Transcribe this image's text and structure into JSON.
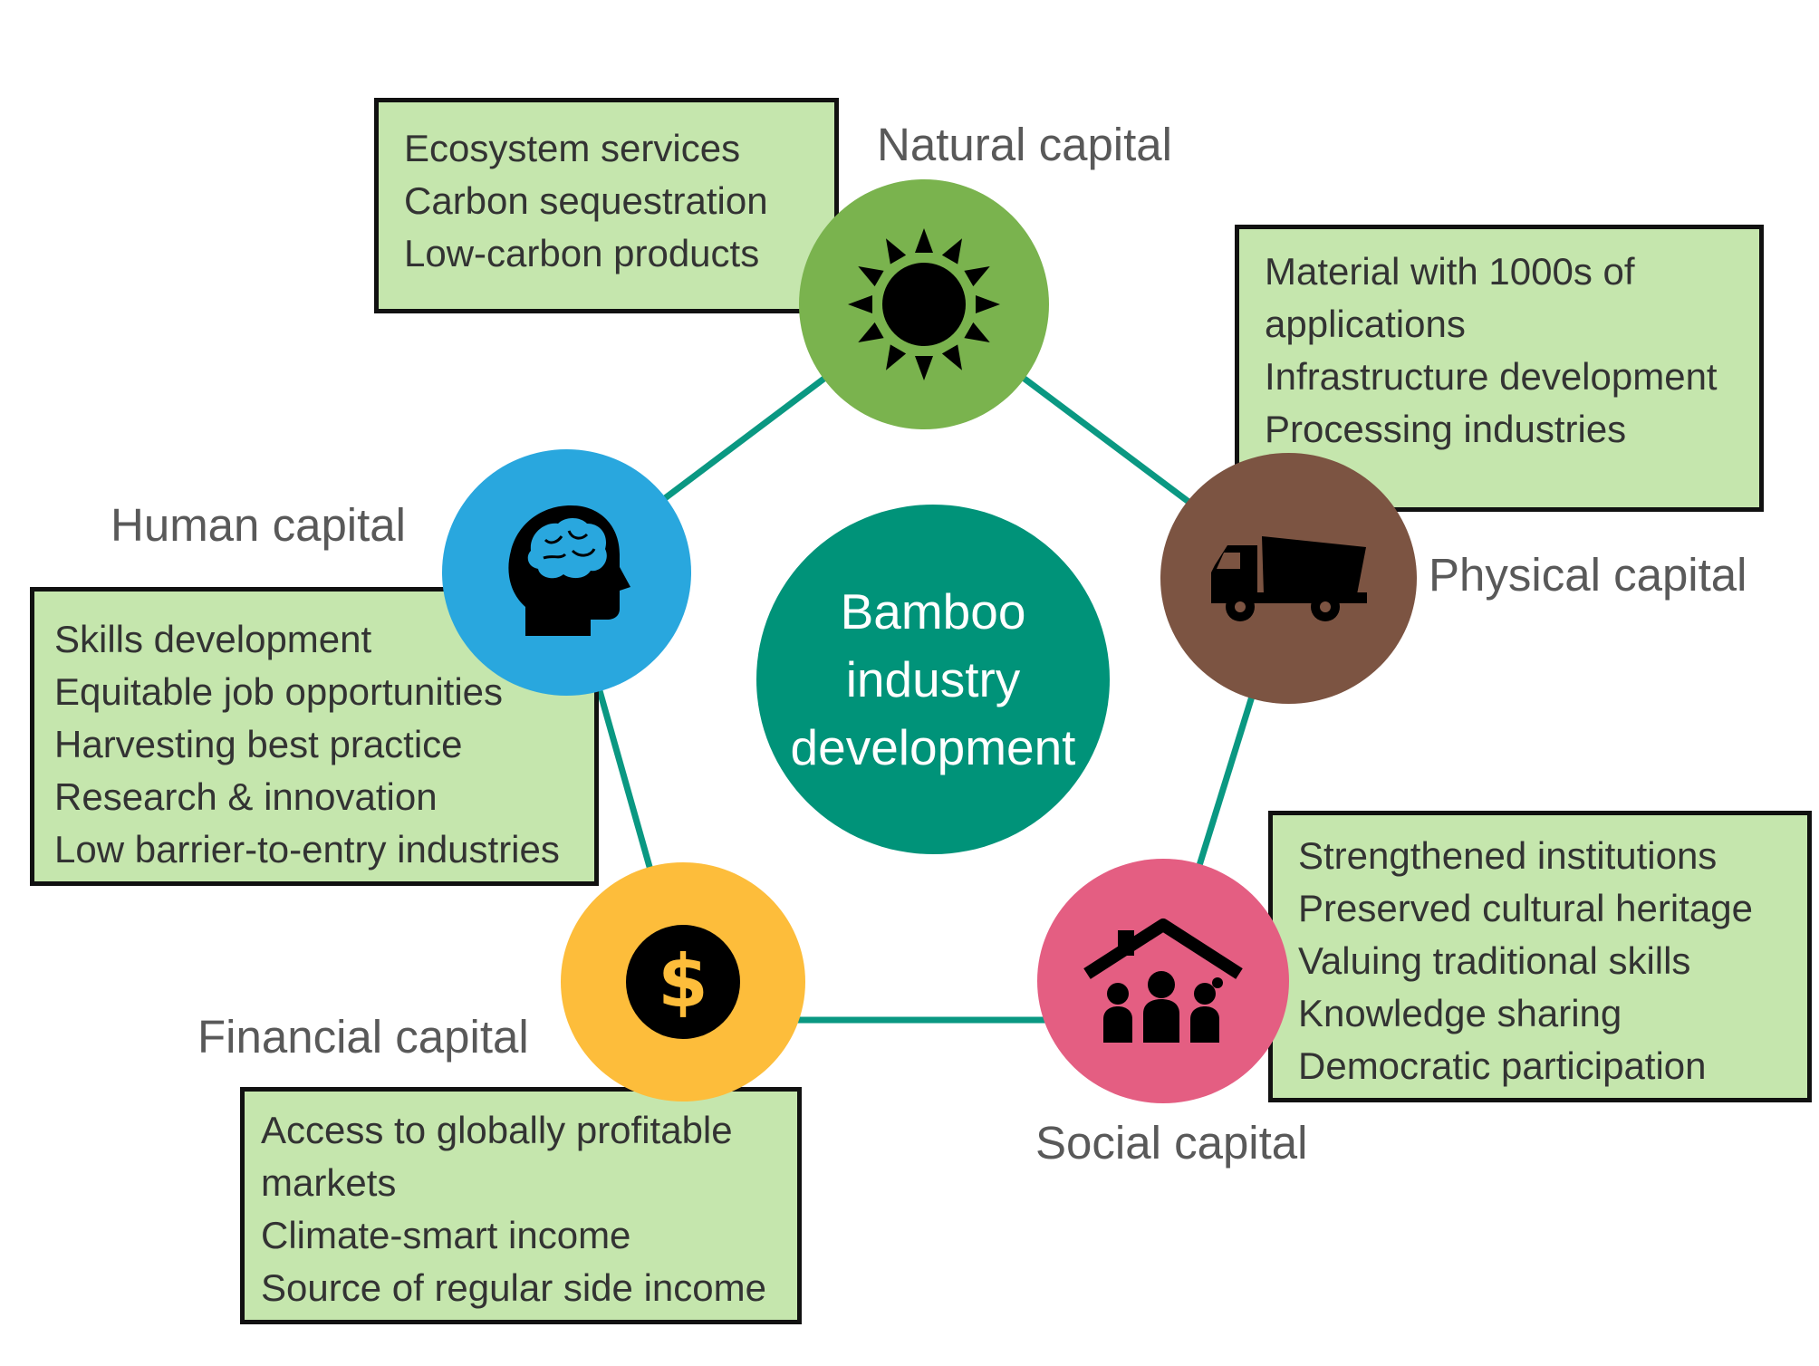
{
  "diagram": {
    "center": {
      "label": "Bamboo\nindustry\ndevelopment",
      "color": "#009379"
    },
    "link_color": "#0a9882",
    "box_color": "#c5e6ad",
    "capitals": [
      {
        "id": "natural",
        "label": "Natural capital",
        "color": "#7ab34e",
        "icon": "sun-icon",
        "items": [
          "Ecosystem services",
          "Carbon sequestration",
          "Low-carbon products"
        ]
      },
      {
        "id": "physical",
        "label": "Physical capital",
        "color": "#7c5442",
        "icon": "dump-truck-icon",
        "items": [
          "Material with 1000s of",
          "applications",
          "Infrastructure development",
          "Processing industries"
        ]
      },
      {
        "id": "social",
        "label": "Social capital",
        "color": "#e45e82",
        "icon": "family-house-icon",
        "items": [
          "Strengthened institutions",
          "Preserved cultural heritage",
          "Valuing traditional skills",
          "Knowledge sharing",
          "Democratic participation"
        ]
      },
      {
        "id": "financial",
        "label": "Financial capital",
        "color": "#fdbd3b",
        "icon": "dollar-coin-icon",
        "items": [
          "Access to globally profitable",
          "markets",
          "Climate-smart income",
          "Source of regular side income"
        ]
      },
      {
        "id": "human",
        "label": "Human capital",
        "color": "#29a7de",
        "icon": "head-brain-icon",
        "items": [
          "Skills development",
          "Equitable job opportunities",
          "Harvesting best practice",
          "Research & innovation",
          "Low barrier-to-entry industries"
        ]
      }
    ]
  }
}
